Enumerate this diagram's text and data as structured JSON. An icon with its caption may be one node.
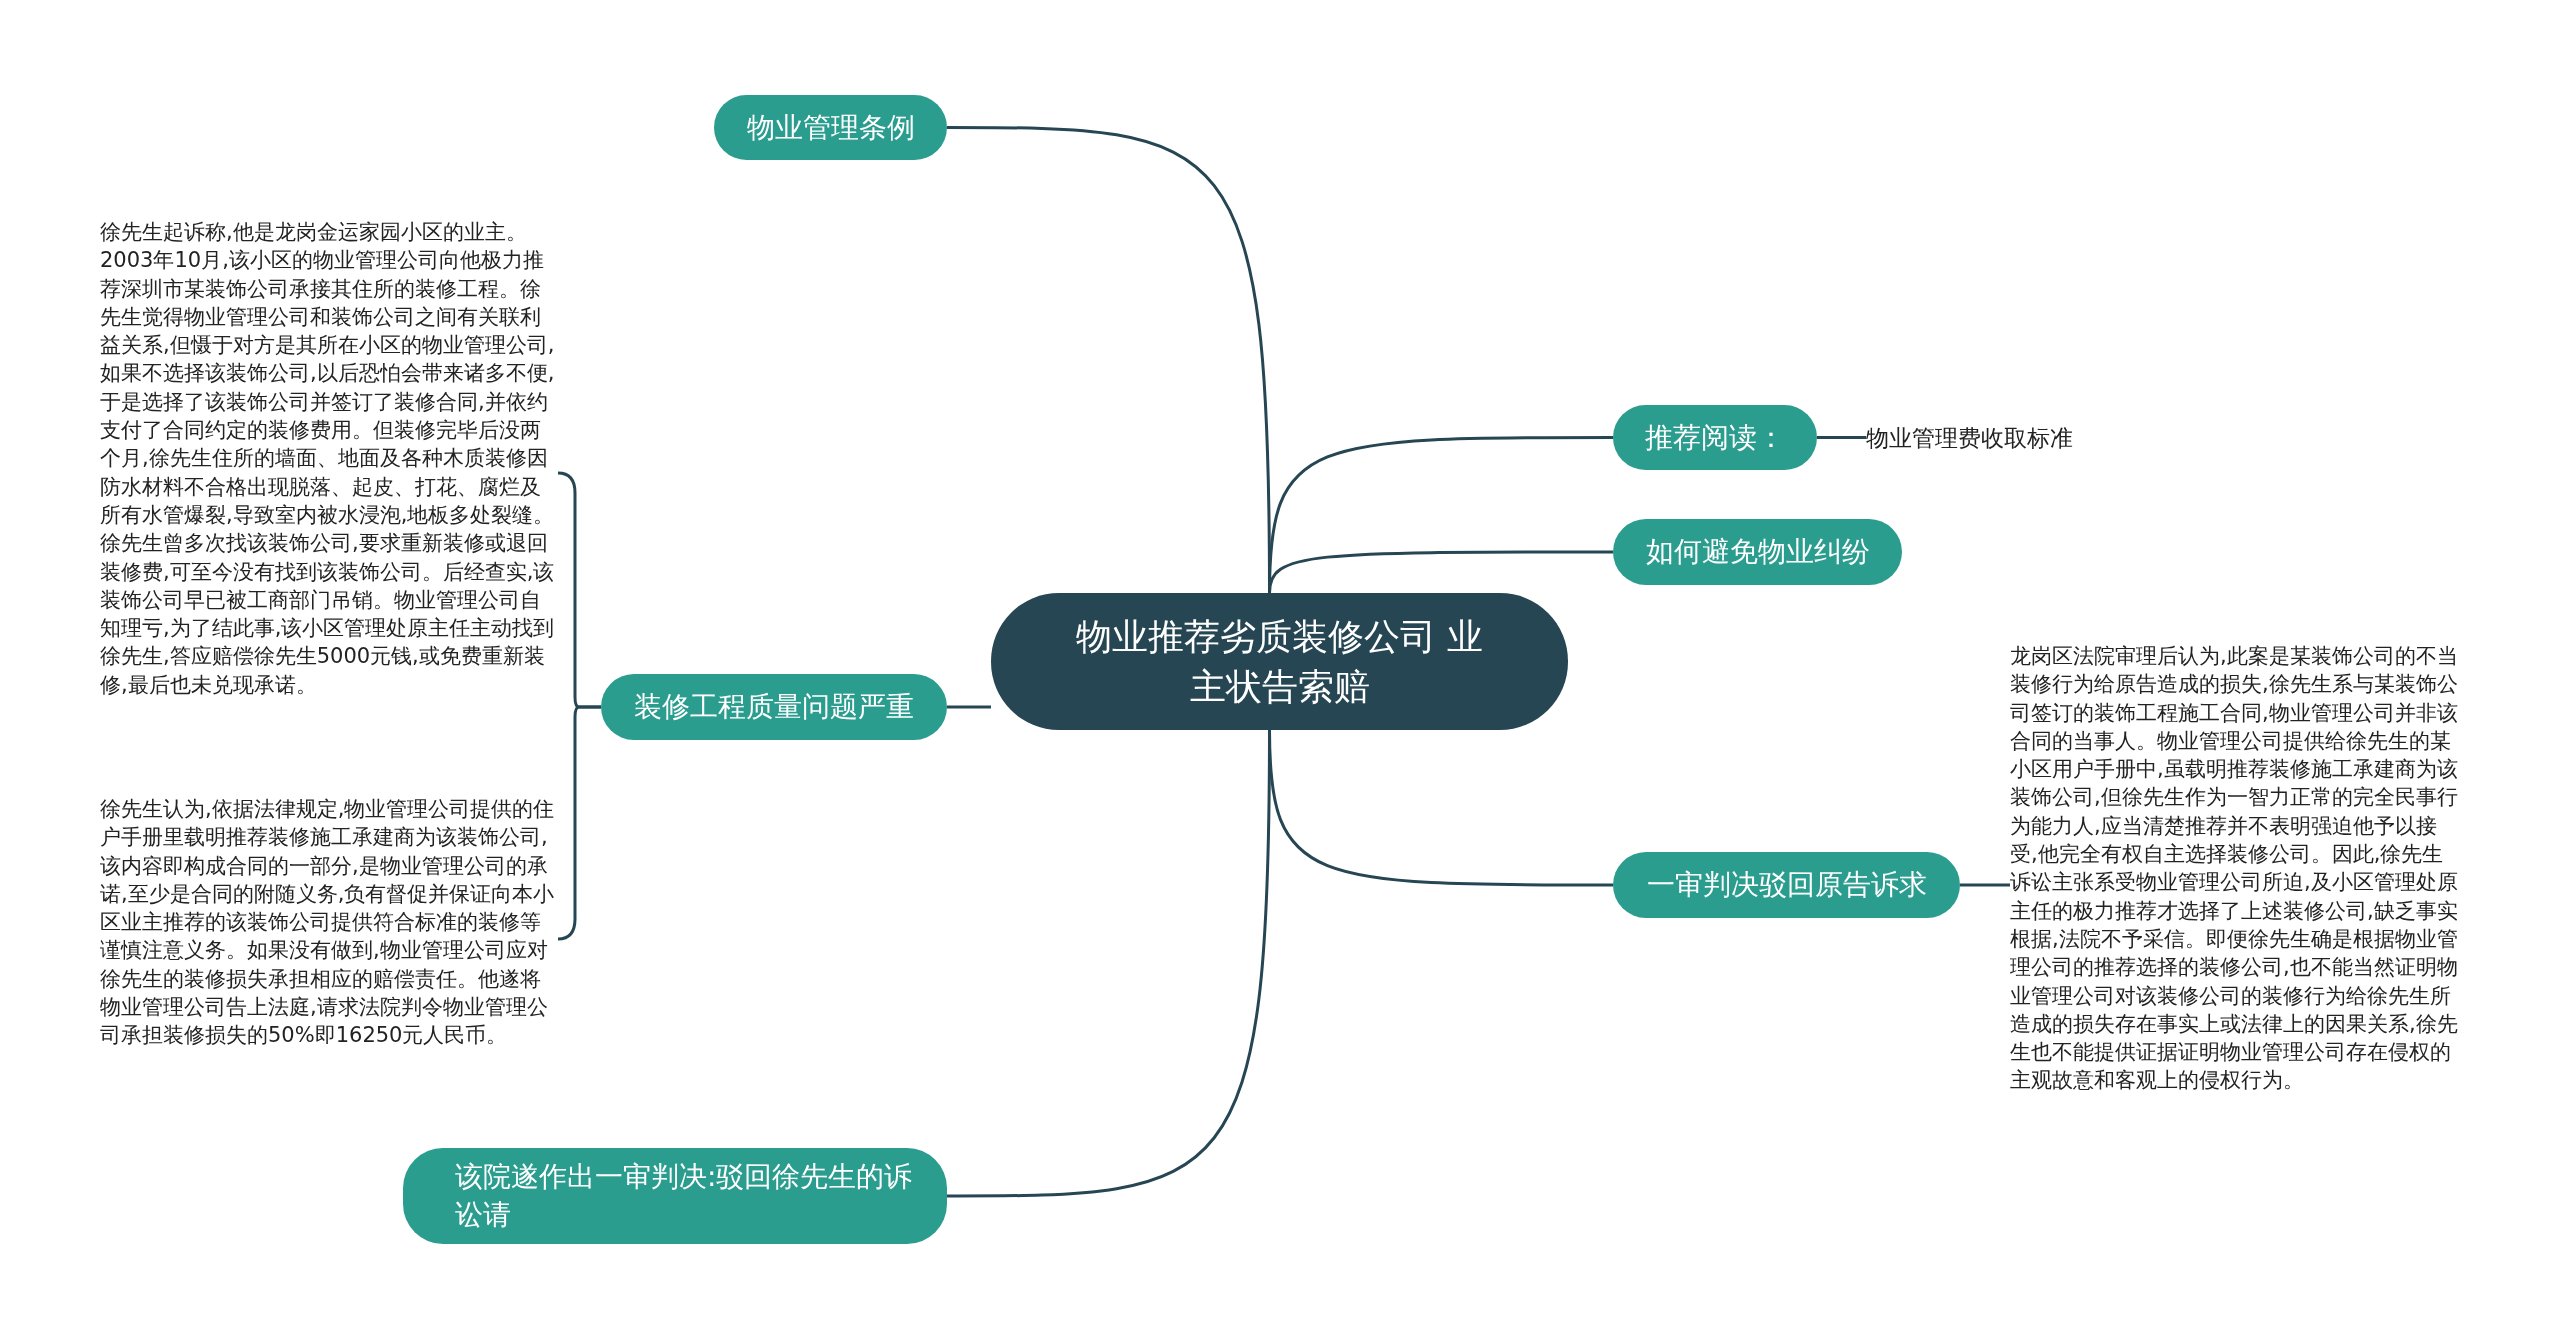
{
  "diagram": {
    "nodes": [
      {
        "text": [
          "物业推荐劣质装修公司 业主状告索赔"
        ]
      },
      {
        "text": [
          "物业管理条例"
        ]
      },
      {
        "text": [
          "推荐阅读："
        ]
      },
      {
        "text": [
          "物业管理费收取标准"
        ]
      },
      {
        "text": [
          "如何避免物业纠纷"
        ]
      },
      {
        "text": [
          "装修工程质量问题严重"
        ]
      },
      {
        "text": [
          "徐先生起诉称,他是龙岗金运家园小区的业主。2003年10月,该小区的物业管理公司向他极力推荐深圳市某装饰公司承接其住所的装修工程。徐先生觉得物业管理公司和装饰公司之间有关联利益关系,但慑于对方是其所在小区的物业管理公司,如果不选择该装饰公司,以后恐怕会带来诸多不便,于是选择了该装饰公司并签订了装修合同,并依约支付了合同约定的装修费用。但装修完毕后没两个月,徐先生住所的墙面、地面及各种木质装修因防水材料不合格出现脱落、起皮、打花、腐烂及所有水管爆裂,导致室内被水浸泡,地板多处裂缝。徐先生曾多次找该装饰公司,要求重新装修或退回装修费,可至今没有找到该装饰公司。后经查实,该装饰公司早已被工商部门吊销。物业管理公司自知理亏,为了结此事,该小区管理处原主任主动找到徐先生,答应赔偿徐先生5000元钱,或免费重新装修,最后也未兑现承诺。"
        ]
      },
      {
        "text": [
          "徐先生认为,依据法律规定,物业管理公司提供的住户手册里载明推荐装修施工承建商为该装饰公司,该内容即构成合同的一部分,是物业管理公司的承诺,至少是合同的附随义务,负有督促并保证向本小区业主推荐的该装饰公司提供符合标准的装修等谨慎注意义务。如果没有做到,物业管理公司应对徐先生的装修损失承担相应的赔偿责任。他遂将物业管理公司告上法庭,请求法院判令物业管理公司承担装修损失的50%即16250元人民币。"
        ]
      },
      {
        "text": [
          "一审判决驳回原告诉求"
        ]
      },
      {
        "text": [
          "龙岗区法院审理后认为,此案是某装饰公司的不当装修行为给原告造成的损失,徐先生系与某装饰公司签订的装饰工程施工合同,物业管理公司并非该合同的当事人。物业管理公司提供给徐先生的某小区用户手册中,虽载明推荐装修施工承建商为该装饰公司,但徐先生作为一智力正常的完全民事行为能力人,应当清楚推荐并不表明强迫他予以接受,他完全有权自主选择装修公司。因此,徐先生诉讼主张系受物业管理公司所迫,及小区管理处原主任的极力推荐才选择了上述装修公司,缺乏事实根据,法院不予采信。即便徐先生确是根据物业管理公司的推荐选择的装修公司,也不能当然证明物业管理公司对该装修公司的装修行为给徐先生所造成的损失存在事实上或法律上的因果关系,徐先生也不能提供证据证明物业管理公司存在侵权的主观故意和客观上的侵权行为。"
        ]
      },
      {
        "text": [
          "该院遂作出一审判决:驳回徐先生的诉讼请"
        ]
      }
    ],
    "edges": [
      {
        "from": 0,
        "to": 1,
        "arrow": "none"
      },
      {
        "from": 0,
        "to": 2,
        "arrow": "none"
      },
      {
        "from": 2,
        "to": 3,
        "arrow": "none"
      },
      {
        "from": 0,
        "to": 4,
        "arrow": "none"
      },
      {
        "from": 0,
        "to": 5,
        "arrow": "none"
      },
      {
        "from": 5,
        "to": 6,
        "arrow": "none"
      },
      {
        "from": 5,
        "to": 7,
        "arrow": "none"
      },
      {
        "from": 0,
        "to": 8,
        "arrow": "none"
      },
      {
        "from": 8,
        "to": 9,
        "arrow": "none"
      },
      {
        "from": 0,
        "to": 10,
        "arrow": "none"
      }
    ]
  }
}
